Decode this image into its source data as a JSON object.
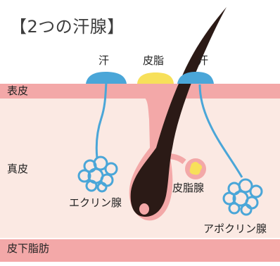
{
  "title": "【2つの汗腺】",
  "labels": {
    "sweat_left": "汗",
    "sebum": "皮脂",
    "sweat_right": "汗",
    "epidermis": "表皮",
    "dermis": "真皮",
    "subcutaneous": "皮下脂肪",
    "eccrine": "エクリン腺",
    "sebaceous": "皮脂腺",
    "apocrine": "アポクリン腺"
  },
  "colors": {
    "epidermis": "#f3a8a8",
    "dermis": "#fbe9e3",
    "sweat": "#4aa6d8",
    "sebum": "#f7e05a",
    "hair": "#2b1a16",
    "follicle": "#f3a8a8"
  }
}
